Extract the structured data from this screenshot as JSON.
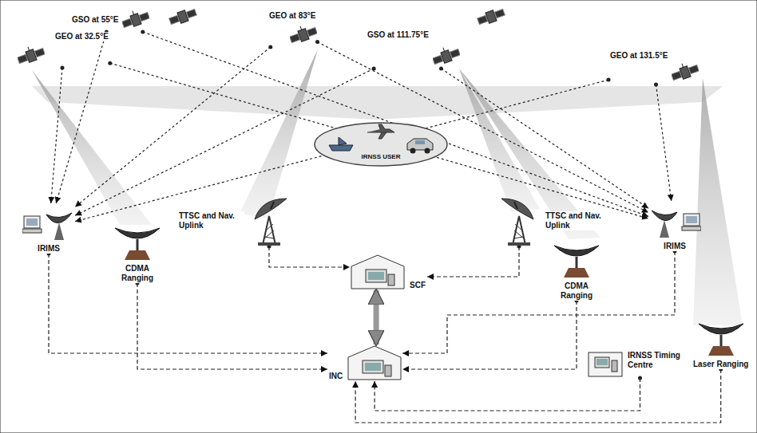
{
  "diagram": {
    "nodes": [
      {
        "text": [
          "GEO at 32.5°E"
        ]
      },
      {
        "text": [
          "GSO at 55°E"
        ]
      },
      {
        "text": [
          "GEO at 83°E"
        ]
      },
      {
        "text": [
          "GSO at 111.75°E"
        ]
      },
      {
        "text": [
          "GEO at 131.5°E"
        ]
      },
      {
        "text": [
          "IRIMS"
        ]
      },
      {
        "text": [
          "CDMA Ranging"
        ]
      },
      {
        "text": [
          "TTSC and Nav. Uplink"
        ]
      },
      {
        "text": [
          "IRNSS USER"
        ]
      },
      {
        "text": [
          "TTSC and Nav. Uplink"
        ]
      },
      {
        "text": [
          "CDMA Ranging"
        ]
      },
      {
        "text": [
          "IRIMS"
        ]
      },
      {
        "text": [
          "SCF"
        ]
      },
      {
        "text": [
          "INC"
        ]
      },
      {
        "text": [
          "IRNSS Timing Centre"
        ]
      },
      {
        "text": [
          "Laser Ranging"
        ]
      }
    ],
    "edges": [
      {
        "from": 0,
        "to": 5,
        "arrow": "to"
      },
      {
        "from": 0,
        "to": 11,
        "arrow": "to"
      },
      {
        "from": 1,
        "to": 5,
        "arrow": "to"
      },
      {
        "from": 1,
        "to": 11,
        "arrow": "to"
      },
      {
        "from": 2,
        "to": 5,
        "arrow": "to"
      },
      {
        "from": 2,
        "to": 11,
        "arrow": "to"
      },
      {
        "from": 3,
        "to": 5,
        "arrow": "to"
      },
      {
        "from": 3,
        "to": 11,
        "arrow": "to"
      },
      {
        "from": 4,
        "to": 5,
        "arrow": "to"
      },
      {
        "from": 4,
        "to": 11,
        "arrow": "to"
      },
      {
        "from": 5,
        "to": 13,
        "arrow": "to"
      },
      {
        "from": 6,
        "to": 13,
        "arrow": "to"
      },
      {
        "from": 7,
        "to": 12,
        "arrow": "to"
      },
      {
        "from": 9,
        "to": 12,
        "arrow": "to"
      },
      {
        "from": 12,
        "to": 13,
        "arrow": "both"
      },
      {
        "from": 10,
        "to": 13,
        "arrow": "to"
      },
      {
        "from": 11,
        "to": 13,
        "arrow": "to"
      },
      {
        "from": 14,
        "to": 13,
        "arrow": "to"
      },
      {
        "from": 15,
        "to": 13,
        "arrow": "to"
      }
    ]
  }
}
